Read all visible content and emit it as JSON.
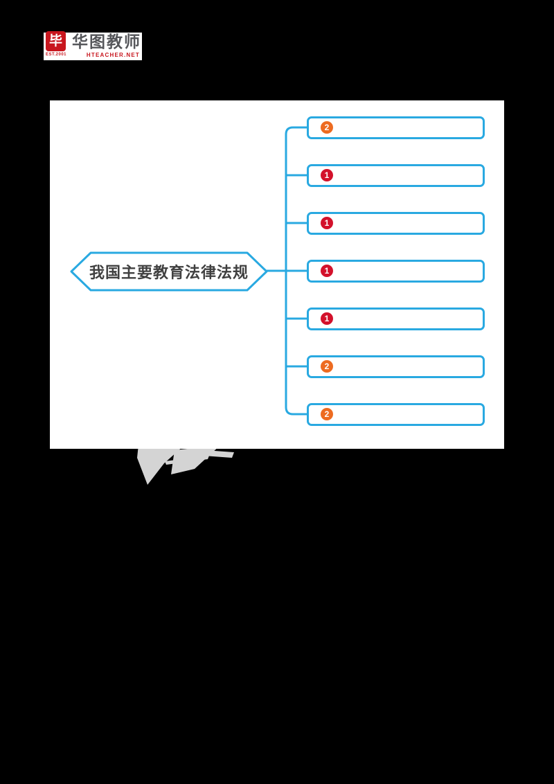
{
  "colors": {
    "canvas-bg": "#000000",
    "page-bg": "#ffffff",
    "line": "#29A9E1",
    "badge-red": "#D3112B",
    "badge-orange": "#ED6B21",
    "root-text": "#404040",
    "logo-red": "#C8161E",
    "logo-gray": "#55565A",
    "watermark-gray": "#EBEBEB"
  },
  "logo": {
    "icon_glyph": "毕",
    "est_label": "EST.2001",
    "brand_cn": "华图教师",
    "brand_site": "HTEACHER.NET"
  },
  "mindmap": {
    "root_label": "我国主要教育法律法规",
    "branches": [
      {
        "badge": "2",
        "color_key": "badge-orange",
        "label": ""
      },
      {
        "badge": "1",
        "color_key": "badge-red",
        "label": ""
      },
      {
        "badge": "1",
        "color_key": "badge-red",
        "label": ""
      },
      {
        "badge": "1",
        "color_key": "badge-red",
        "label": ""
      },
      {
        "badge": "1",
        "color_key": "badge-red",
        "label": ""
      },
      {
        "badge": "2",
        "color_key": "badge-orange",
        "label": ""
      },
      {
        "badge": "2",
        "color_key": "badge-orange",
        "label": ""
      }
    ]
  }
}
